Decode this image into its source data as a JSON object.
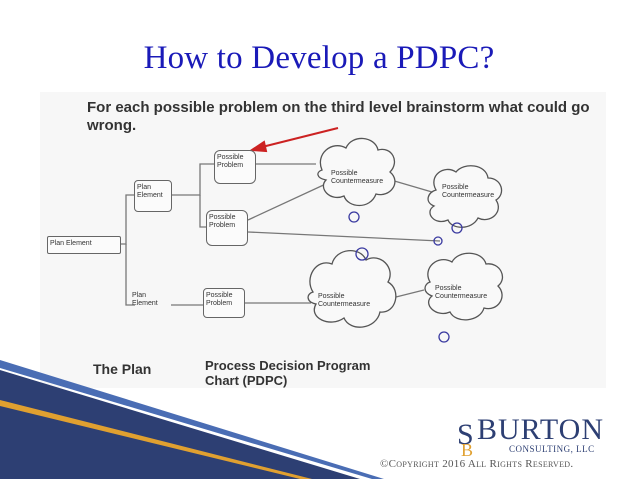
{
  "slide": {
    "title": "How to Develop a PDPC?"
  },
  "figure": {
    "instruction": "For each possible problem on the third level brainstorm what could go wrong.",
    "plan_element_root": "Plan Element",
    "plan_element_upper": "Plan Element",
    "plan_element_lower": "Plan Element",
    "problem_1": "Possible Problem",
    "problem_2": "Possible Problem",
    "problem_3": "Possible Problem",
    "countermeasure_1": "Possible Countermeasure",
    "countermeasure_2": "Possible Countermeasure",
    "countermeasure_3": "Possible Countermeasure",
    "countermeasure_4": "Possible Countermeasure",
    "footer_left": "The Plan",
    "footer_right": "Process Decision Program Chart (PDPC)"
  },
  "branding": {
    "logo_text": "BURTON",
    "logo_subtext": "CONSULTING, LLC",
    "copyright": "©Copyright 2016 All Rights Reserved.",
    "accent_color": "#2d3f73",
    "title_color": "#1a1ab8",
    "arrow_color": "#cc2222"
  }
}
